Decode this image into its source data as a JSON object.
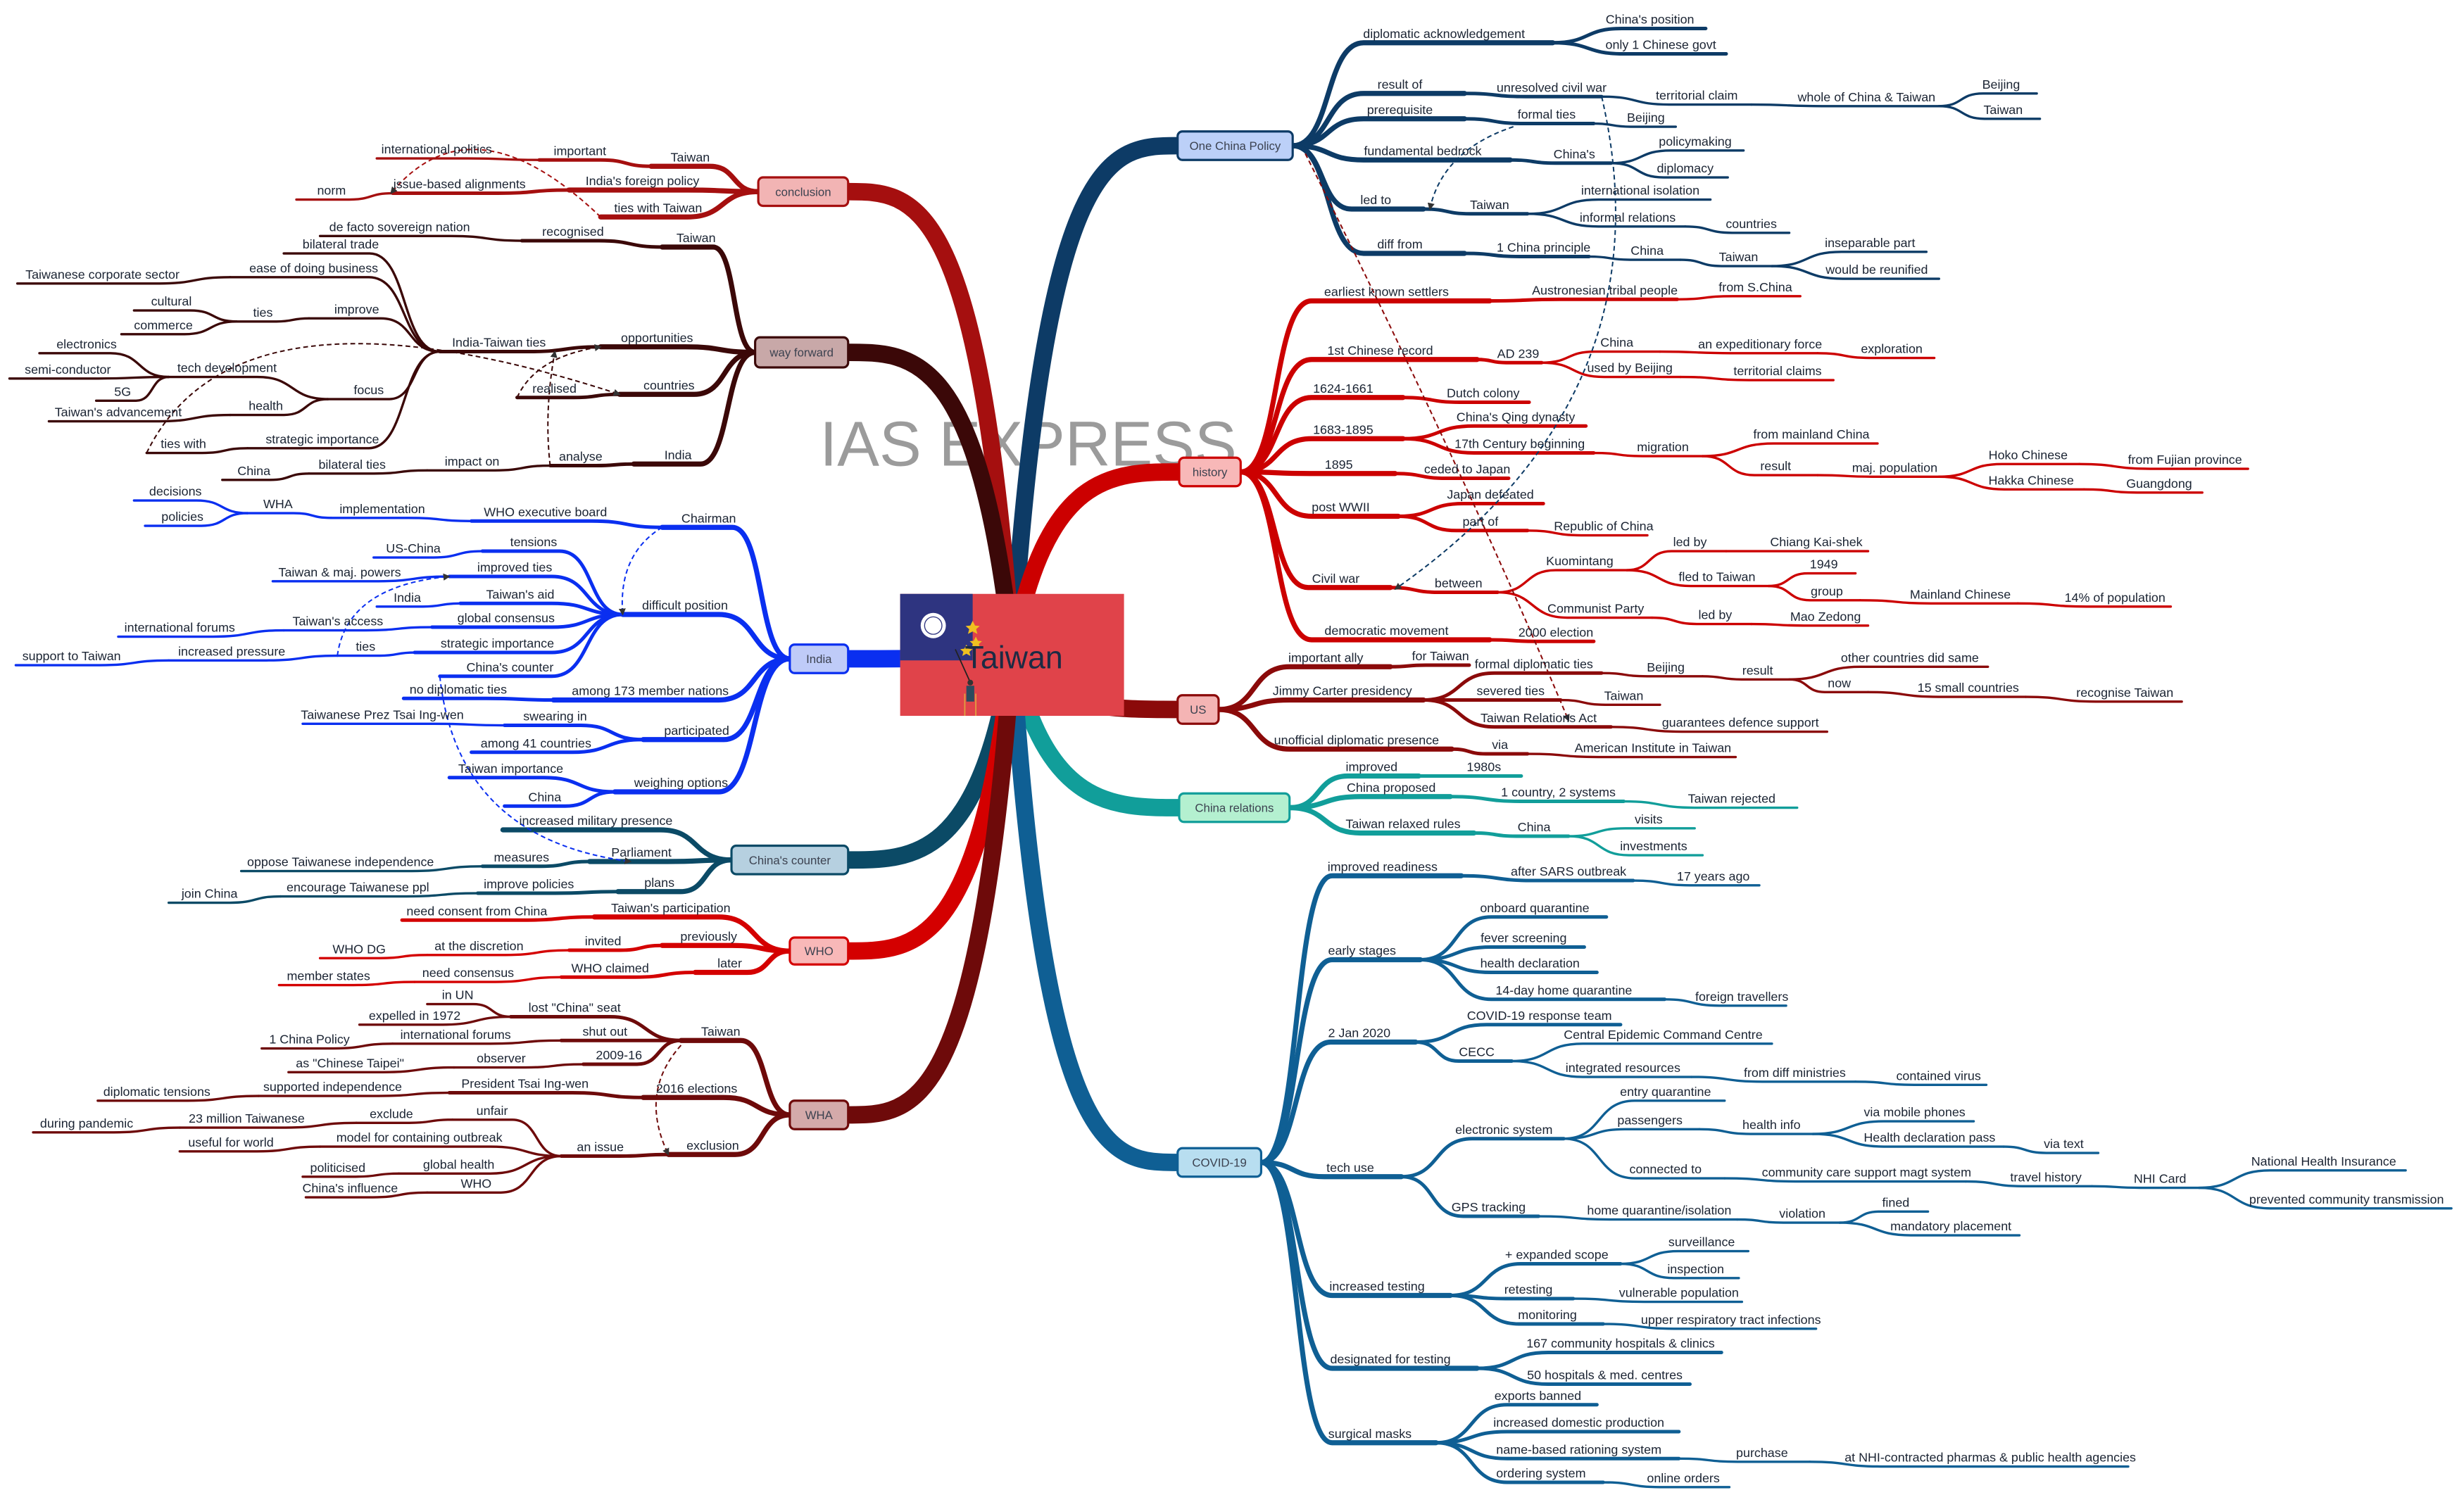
{
  "central": {
    "title": "Taiwan"
  },
  "watermark": "IAS EXPRESS",
  "branches": [
    {
      "key": "ocp",
      "label": "One China Policy",
      "color": "#0d3b66",
      "fill": "#bcd0f8",
      "nodes": [
        "diplomatic acknowledgement",
        "China's position",
        "only 1 Chinese govt",
        "result of",
        "unresolved civil war",
        "territorial claim",
        "whole of China & Taiwan",
        "Beijing",
        "Taiwan",
        "prerequisite",
        "formal ties",
        "Beijing",
        "fundamental bedrock",
        "China's",
        "policymaking",
        "diplomacy",
        "led to",
        "Taiwan",
        "international isolation",
        "informal relations",
        "countries",
        "diff from",
        "1 China principle",
        "China",
        "Taiwan",
        "inseparable part",
        "would be reunified"
      ]
    },
    {
      "key": "history",
      "label": "history",
      "color": "#cc0000",
      "fill": "#f8b8b8",
      "nodes": [
        "earliest known settlers",
        "Austronesian tribal people",
        "from S.China",
        "1st Chinese record",
        "AD 239",
        "China",
        "an expeditionary force",
        "exploration",
        "used by Beijing",
        "territorial claims",
        "1624-1661",
        "Dutch colony",
        "1683-1895",
        "China's Qing dynasty",
        "17th Century beginning",
        "migration",
        "from mainland China",
        "result",
        "maj. population",
        "Hoko Chinese",
        "from Fujian province",
        "Hakka Chinese",
        "Guangdong",
        "1895",
        "ceded to Japan",
        "post WWII",
        "Japan defeated",
        "part of",
        "Republic of China",
        "Civil war",
        "between",
        "Kuomintang",
        "led by",
        "Chiang Kai-shek",
        "fled to Taiwan",
        "1949",
        "group",
        "Mainland Chinese",
        "14% of population",
        "Communist Party",
        "led by",
        "Mao Zedong",
        "democratic movement",
        "2000 election"
      ]
    },
    {
      "key": "us",
      "label": "US",
      "color": "#8b0a0a",
      "fill": "#f4b4b4",
      "nodes": [
        "important ally",
        "for Taiwan",
        "Jimmy Carter presidency",
        "formal diplomatic ties",
        "Beijing",
        "result",
        "other countries did same",
        "now",
        "15 small countries",
        "recognise Taiwan",
        "severed ties",
        "Taiwan",
        "Taiwan Relations Act",
        "guarantees defence support",
        "unofficial diplomatic presence",
        "via",
        "American Institute in Taiwan"
      ]
    },
    {
      "key": "cr",
      "label": "China relations",
      "color": "#119e9a",
      "fill": "#b4f0d0",
      "nodes": [
        "improved",
        "1980s",
        "China proposed",
        "1 country, 2 systems",
        "Taiwan rejected",
        "Taiwan relaxed rules",
        "China",
        "visits",
        "investments"
      ]
    },
    {
      "key": "covid",
      "label": "COVID-19",
      "color": "#0f5f94",
      "fill": "#b8def0",
      "nodes": [
        "improved readiness",
        "after SARS outbreak",
        "17 years ago",
        "early stages",
        "onboard quarantine",
        "fever screening",
        "health declaration",
        "14-day home quarantine",
        "foreign travellers",
        "2 Jan 2020",
        "COVID-19 response team",
        "CECC",
        "Central Epidemic Command Centre",
        "integrated resources",
        "from diff ministries",
        "contained virus",
        "tech use",
        "electronic system",
        "entry quarantine",
        "passengers",
        "health info",
        "via mobile phones",
        "Health declaration pass",
        "via text",
        "connected to",
        "community care support magt system",
        "travel history",
        "NHI Card",
        "National Health Insurance",
        "prevented community transmission",
        "GPS tracking",
        "home quarantine/isolation",
        "violation",
        "fined",
        "mandatory placement",
        "increased testing",
        "+ expanded scope",
        "surveillance",
        "inspection",
        "retesting",
        "vulnerable population",
        "monitoring",
        "upper respiratory tract infections",
        "designated for testing",
        "167 community hospitals & clinics",
        "50 hospitals & med. centres",
        "surgical masks",
        "exports banned",
        "increased domestic production",
        "name-based rationing system",
        "purchase",
        "at NHI-contracted pharmas & public health agencies",
        "ordering system",
        "online orders"
      ]
    },
    {
      "key": "conclusion",
      "label": "conclusion",
      "color": "#a50f0f",
      "fill": "#f2b4b4",
      "nodes": [
        "Taiwan",
        "important",
        "international politics",
        "India's foreign policy",
        "issue-based alignments",
        "norm",
        "ties with Taiwan"
      ]
    },
    {
      "key": "wf",
      "label": "way forward",
      "color": "#3b0808",
      "fill": "#c8a8a8",
      "nodes": [
        "Taiwan",
        "recognised",
        "de facto sovereign nation",
        "opportunities",
        "India-Taiwan ties",
        "bilateral trade",
        "ease of doing business",
        "Taiwanese corporate sector",
        "improve",
        "ties",
        "cultural",
        "commerce",
        "focus",
        "tech development",
        "electronics",
        "semi-conductor",
        "5G",
        "health",
        "Taiwan's advancement",
        "strategic importance",
        "ties with",
        "countries",
        "realised",
        "India",
        "analyse",
        "impact on",
        "bilateral ties",
        "China"
      ]
    },
    {
      "key": "india",
      "label": "India",
      "color": "#0a2ff0",
      "fill": "#bfcbf8",
      "nodes": [
        "Chairman",
        "WHO executive board",
        "implementation",
        "WHA",
        "decisions",
        "policies",
        "difficult position",
        "tensions",
        "US-China",
        "improved ties",
        "Taiwan & maj. powers",
        "Taiwan's aid",
        "India",
        "global consensus",
        "Taiwan's access",
        "international forums",
        "strategic importance",
        "ties",
        "increased pressure",
        "support to Taiwan",
        "China's counter",
        "among 173 member nations",
        "no diplomatic ties",
        "participated",
        "swearing in",
        "Taiwanese Prez Tsai Ing-wen",
        "among 41 countries",
        "weighing options",
        "Taiwan importance",
        "China"
      ]
    },
    {
      "key": "cc",
      "label": "China's counter",
      "color": "#0b4a66",
      "fill": "#b6d0e0",
      "nodes": [
        "increased military presence",
        "Parliament",
        "measures",
        "oppose Taiwanese independence",
        "plans",
        "improve policies",
        "encourage Taiwanese ppl",
        "join China"
      ]
    },
    {
      "key": "who",
      "label": "WHO",
      "color": "#d40000",
      "fill": "#f8b8b8",
      "nodes": [
        "Taiwan's participation",
        "need consent from China",
        "previously",
        "invited",
        "at the discretion",
        "WHO DG",
        "later",
        "WHO claimed",
        "need consensus",
        "member states"
      ]
    },
    {
      "key": "wha",
      "label": "WHA",
      "color": "#6e0a0a",
      "fill": "#d4aaaa",
      "nodes": [
        "Taiwan",
        "lost \"China\" seat",
        "in UN",
        "expelled in 1972",
        "shut out",
        "international forums",
        "1 China Policy",
        "2009-16",
        "observer",
        "as \"Chinese Taipei\"",
        "2016 elections",
        "President Tsai Ing-wen",
        "supported independence",
        "diplomatic tensions",
        "exclusion",
        "an issue",
        "unfair",
        "exclude",
        "23 million Taiwanese",
        "during pandemic",
        "model for containing outbreak",
        "useful for world",
        "global health",
        "politicised",
        "WHO",
        "China's influence"
      ]
    }
  ]
}
